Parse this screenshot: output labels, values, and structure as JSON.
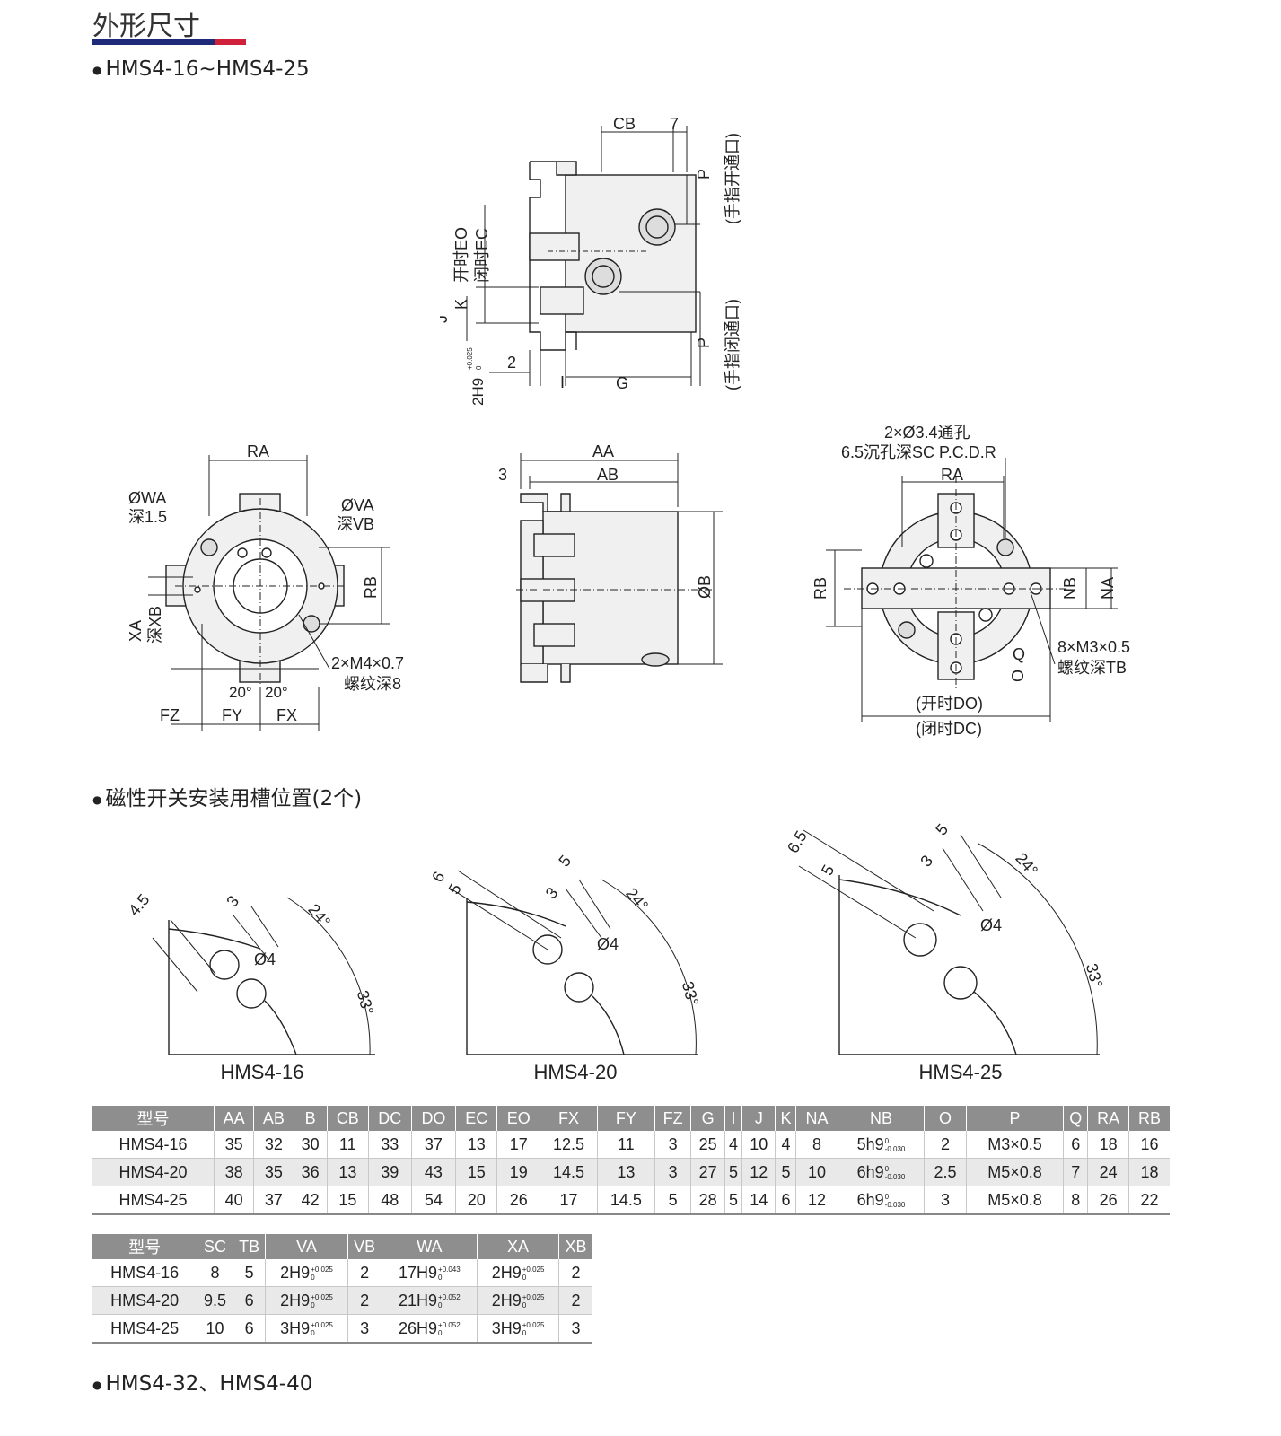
{
  "header": {
    "title": "外形尺寸"
  },
  "sections": {
    "s1": "HMS4-16~HMS4-25",
    "s2": "磁性开关安装用槽位置(2个)",
    "s3": "HMS4-32、HMS4-40"
  },
  "top_view": {
    "cb": "CB",
    "seven": "7",
    "p_open": "P",
    "p_open_note": "(手指开通口)",
    "p_close": "P",
    "p_close_note": "(手指闭通口)",
    "eo": "开时EO",
    "ec": "闭时EC",
    "j": "J",
    "k": "K",
    "h9": "2H9",
    "h9_tol_up": "+0.025",
    "h9_tol_low": "0",
    "two": "2",
    "i": "I",
    "g": "G"
  },
  "front_view": {
    "ra": "RA",
    "owa": "ØWA",
    "owa_depth": "深1.5",
    "ova": "ØVA",
    "ova_depth": "深VB",
    "rb": "RB",
    "xa": "XA",
    "xb": "深XB",
    "m4": "2×M4×0.7",
    "m4_depth": "螺纹深8",
    "ang1": "20°",
    "ang2": "20°",
    "fz": "FZ",
    "fy": "FY",
    "fx": "FX"
  },
  "side_view": {
    "aa": "AA",
    "ab": "AB",
    "three": "3",
    "ob": "ØB"
  },
  "rear_view": {
    "holes": "2×Ø3.4通孔",
    "counterbore": "6.5沉孔深SC  P.C.D.R",
    "ra": "RA",
    "rb": "RB",
    "nb": "NB",
    "na": "NA",
    "q": "Q",
    "o": "O",
    "m3": "8×M3×0.5",
    "m3_depth": "螺纹深TB",
    "do": "(开时DO)",
    "dc": "(闭时DC)"
  },
  "slots": [
    {
      "caption": "HMS4-16",
      "d1": "4.5",
      "d2": "3",
      "dia": "Ø4",
      "a1": "24°",
      "a2": "33°"
    },
    {
      "caption": "HMS4-20",
      "d1": "6",
      "d1b": "5",
      "d2": "3",
      "d3": "5",
      "dia": "Ø4",
      "a1": "24°",
      "a2": "33°"
    },
    {
      "caption": "HMS4-25",
      "d1": "6.5",
      "d1b": "5",
      "d2": "3",
      "d3": "5",
      "dia": "Ø4",
      "a1": "24°",
      "a2": "33°"
    }
  ],
  "table1": {
    "headers": [
      "型号",
      "AA",
      "AB",
      "B",
      "CB",
      "DC",
      "DO",
      "EC",
      "EO",
      "FX",
      "FY",
      "FZ",
      "G",
      "I",
      "J",
      "K",
      "NA",
      "NB",
      "O",
      "P",
      "Q",
      "RA",
      "RB"
    ],
    "rows": [
      {
        "model": "HMS4-16",
        "AA": "35",
        "AB": "32",
        "B": "30",
        "CB": "11",
        "DC": "33",
        "DO": "37",
        "EC": "13",
        "EO": "17",
        "FX": "12.5",
        "FY": "11",
        "FZ": "3",
        "G": "25",
        "I": "4",
        "J": "10",
        "K": "4",
        "NA": "8",
        "NB": "5h9",
        "NB_up": "0",
        "NB_low": "-0.030",
        "O": "2",
        "P": "M3×0.5",
        "Q": "6",
        "RA": "18",
        "RB": "16"
      },
      {
        "model": "HMS4-20",
        "AA": "38",
        "AB": "35",
        "B": "36",
        "CB": "13",
        "DC": "39",
        "DO": "43",
        "EC": "15",
        "EO": "19",
        "FX": "14.5",
        "FY": "13",
        "FZ": "3",
        "G": "27",
        "I": "5",
        "J": "12",
        "K": "5",
        "NA": "10",
        "NB": "6h9",
        "NB_up": "0",
        "NB_low": "-0.030",
        "O": "2.5",
        "P": "M5×0.8",
        "Q": "7",
        "RA": "24",
        "RB": "18"
      },
      {
        "model": "HMS4-25",
        "AA": "40",
        "AB": "37",
        "B": "42",
        "CB": "15",
        "DC": "48",
        "DO": "54",
        "EC": "20",
        "EO": "26",
        "FX": "17",
        "FY": "14.5",
        "FZ": "5",
        "G": "28",
        "I": "5",
        "J": "14",
        "K": "6",
        "NA": "12",
        "NB": "6h9",
        "NB_up": "0",
        "NB_low": "-0.030",
        "O": "3",
        "P": "M5×0.8",
        "Q": "8",
        "RA": "26",
        "RB": "22"
      }
    ]
  },
  "table2": {
    "headers": [
      "型号",
      "SC",
      "TB",
      "VA",
      "VB",
      "WA",
      "XA",
      "XB"
    ],
    "rows": [
      {
        "model": "HMS4-16",
        "SC": "8",
        "TB": "5",
        "VA": "2H9",
        "VA_up": "+0.025",
        "VA_low": "0",
        "VB": "2",
        "WA": "17H9",
        "WA_up": "+0.043",
        "WA_low": "0",
        "XA": "2H9",
        "XA_up": "+0.025",
        "XA_low": "0",
        "XB": "2"
      },
      {
        "model": "HMS4-20",
        "SC": "9.5",
        "TB": "6",
        "VA": "2H9",
        "VA_up": "+0.025",
        "VA_low": "0",
        "VB": "2",
        "WA": "21H9",
        "WA_up": "+0.052",
        "WA_low": "0",
        "XA": "2H9",
        "XA_up": "+0.025",
        "XA_low": "0",
        "XB": "2"
      },
      {
        "model": "HMS4-25",
        "SC": "10",
        "TB": "6",
        "VA": "3H9",
        "VA_up": "+0.025",
        "VA_low": "0",
        "VB": "3",
        "WA": "26H9",
        "WA_up": "+0.052",
        "WA_low": "0",
        "XA": "3H9",
        "XA_up": "+0.025",
        "XA_low": "0",
        "XB": "3"
      }
    ]
  }
}
